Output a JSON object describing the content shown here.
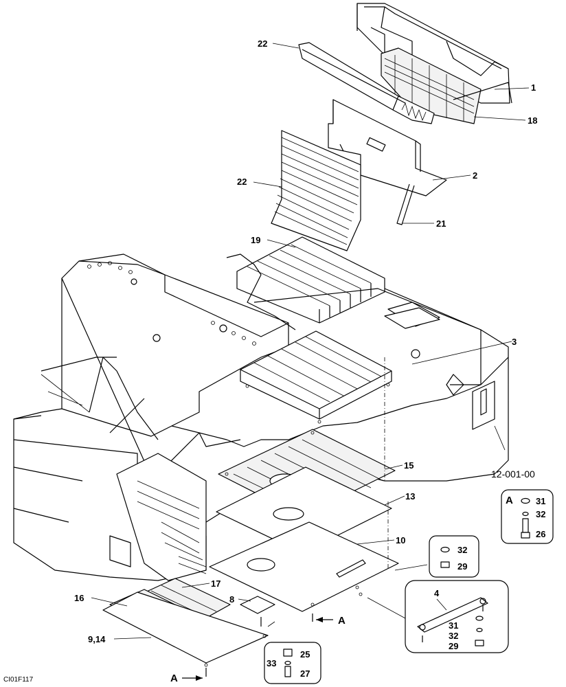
{
  "drawing": {
    "code": "CI01F117",
    "reference": "12-001-00"
  },
  "callouts": {
    "c1": "1",
    "c2": "2",
    "c3": "3",
    "c4": "4",
    "c8": "8",
    "c9_14": "9,14",
    "c10": "10",
    "c13": "13",
    "c15": "15",
    "c16": "16",
    "c17": "17",
    "c18": "18",
    "c19": "19",
    "c21": "21",
    "c22a": "22",
    "c22b": "22"
  },
  "detail_a": {
    "label": "A",
    "items": [
      "31",
      "32",
      "26"
    ]
  },
  "detail_washer_nut": {
    "items": [
      "32",
      "29"
    ]
  },
  "detail_bar": {
    "items": [
      "4",
      "31",
      "32",
      "29"
    ]
  },
  "detail_bottom": {
    "items": [
      "25",
      "33",
      "27"
    ]
  },
  "arrows": {
    "a1": "A",
    "a2": "A"
  }
}
